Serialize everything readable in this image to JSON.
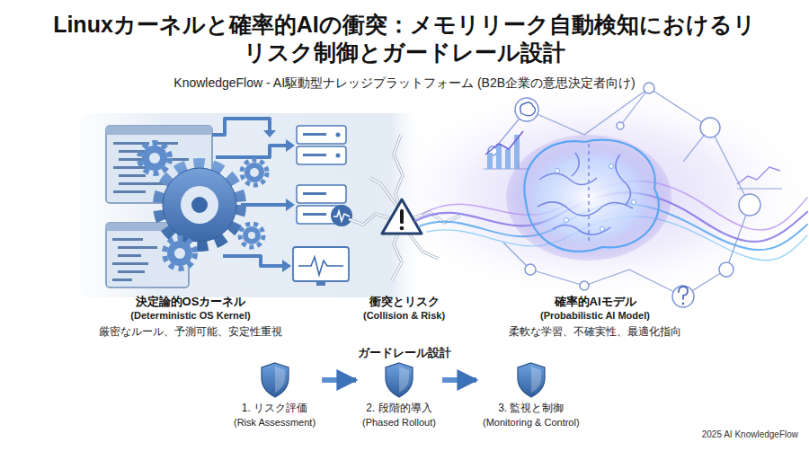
{
  "diagram": {
    "title": "Linuxカーネルと確率的AIの衝突：メモリリーク自動検知におけるリ リスク制御とガードレール設計",
    "nodes": [
      {
        "text": [
          "決定論的OSカーネル",
          "(Deterministic OS Kernel)",
          "厳密なルール、予測可能、安定性重視"
        ]
      },
      {
        "text": [
          "衝突とリスク",
          "(Collision & Risk)"
        ]
      },
      {
        "text": [
          "確率的AIモデル",
          "(Probabilistic AI Model)",
          "柔軟な学習、不確実性、最適化指向"
        ]
      },
      {
        "text": [
          "1. リスク評価",
          "(Risk Assessment)"
        ]
      },
      {
        "text": [
          "2. 段階的導入",
          "(Phased Rollout)"
        ]
      },
      {
        "text": [
          "3. 監視と制御",
          "(Monitoring & Control)"
        ]
      }
    ],
    "edges": [
      {
        "from": 3,
        "to": 4,
        "arrow": "to"
      },
      {
        "from": 4,
        "to": 5,
        "arrow": "to"
      }
    ],
    "labels": [
      "KnowledgeFlow - AI駆動型ナレッジプラットフォーム (B2B企業の意思決定者向け)",
      "ガードレール設計",
      "2025 AI KnowledgeFlow"
    ]
  }
}
